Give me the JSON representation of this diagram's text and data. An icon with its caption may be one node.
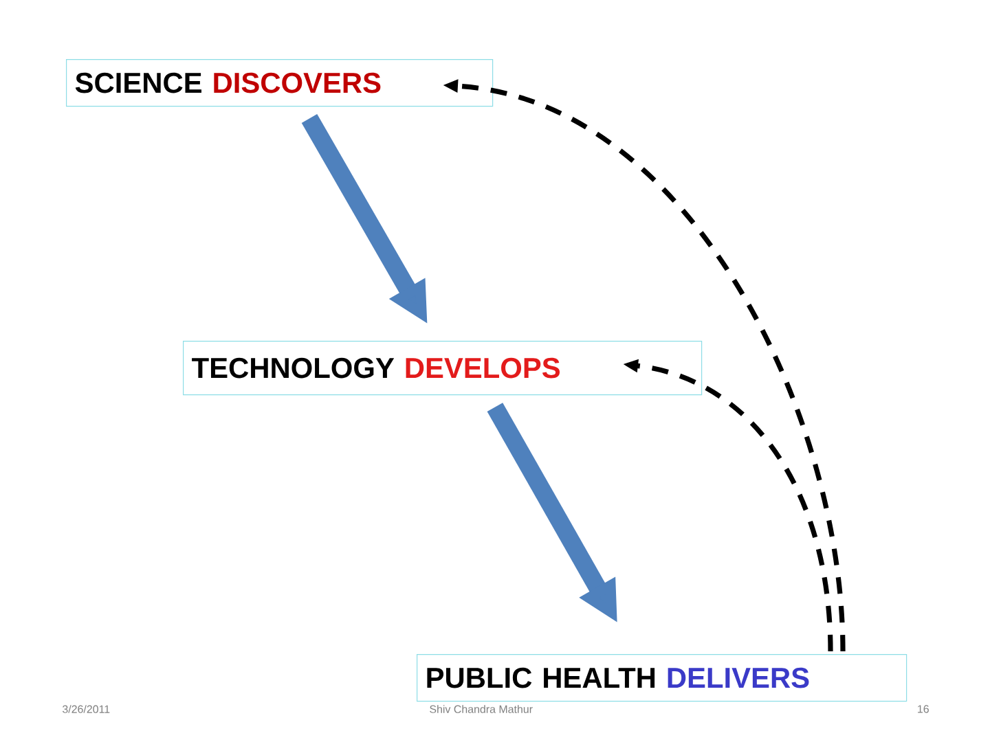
{
  "diagram": {
    "nodes": [
      {
        "text": [
          "SCIENCE",
          "DISCOVERS"
        ]
      },
      {
        "text": [
          "TECHNOLOGY",
          "DEVELOPS"
        ]
      },
      {
        "text": [
          "PUBLIC HEALTH",
          "DELIVERS"
        ]
      }
    ],
    "edges": [
      {
        "from": 0,
        "to": 1,
        "arrow": "to",
        "style": "thick",
        "color": "#4f81bd"
      },
      {
        "from": 1,
        "to": 2,
        "arrow": "to",
        "style": "thick",
        "color": "#4f81bd"
      },
      {
        "from": 2,
        "to": 0,
        "arrow": "to",
        "style": "dashed",
        "color": "#000000"
      },
      {
        "from": 2,
        "to": 1,
        "arrow": "to",
        "style": "dashed",
        "color": "#000000"
      }
    ],
    "labels": [
      "3/26/2011",
      "Shiv Chandra Mathur",
      "16"
    ]
  }
}
